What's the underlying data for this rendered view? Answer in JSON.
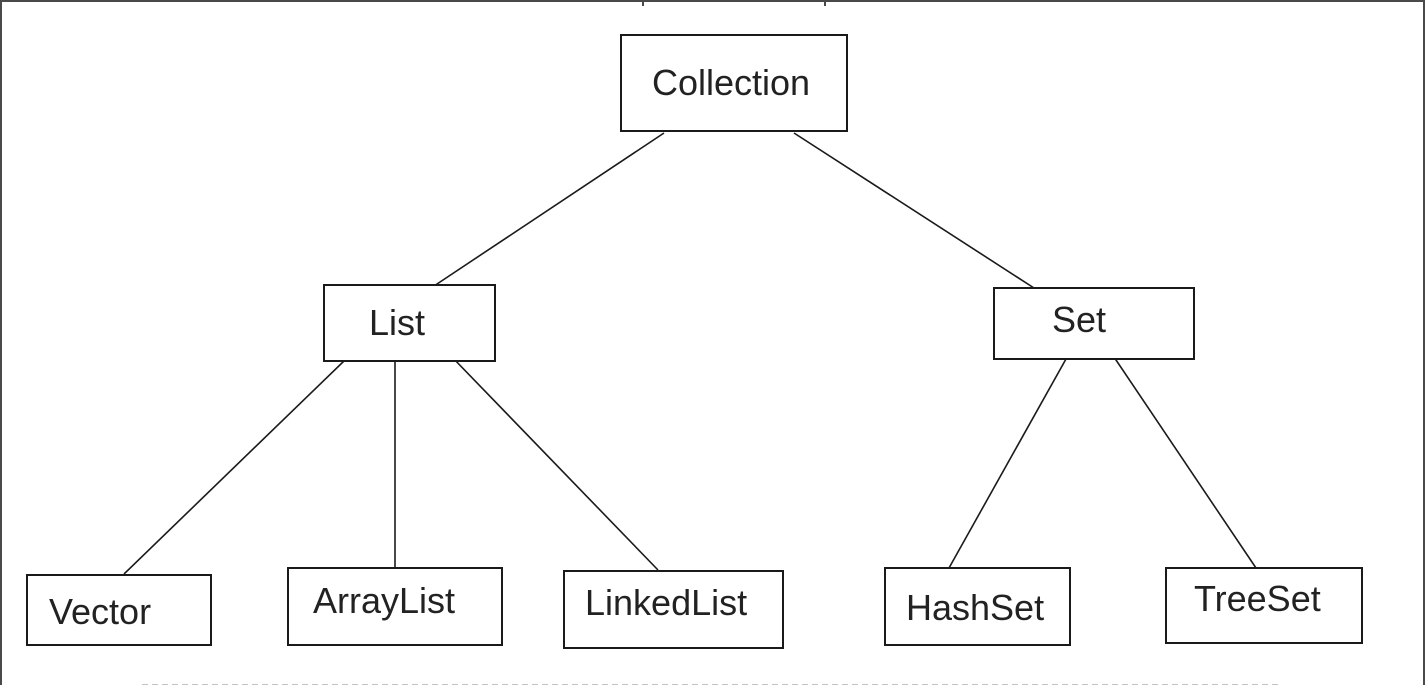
{
  "diagram": {
    "nodes": [
      {
        "id": "collection",
        "label": "Collection"
      },
      {
        "id": "list",
        "label": "List"
      },
      {
        "id": "set",
        "label": "Set"
      },
      {
        "id": "vector",
        "label": "Vector"
      },
      {
        "id": "arraylist",
        "label": "ArrayList"
      },
      {
        "id": "linkedlist",
        "label": "LinkedList"
      },
      {
        "id": "hashset",
        "label": "HashSet"
      },
      {
        "id": "treeset",
        "label": "TreeSet"
      }
    ],
    "edges": [
      {
        "from": "collection",
        "to": "list"
      },
      {
        "from": "collection",
        "to": "set"
      },
      {
        "from": "list",
        "to": "vector"
      },
      {
        "from": "list",
        "to": "arraylist"
      },
      {
        "from": "list",
        "to": "linkedlist"
      },
      {
        "from": "set",
        "to": "hashset"
      },
      {
        "from": "set",
        "to": "treeset"
      }
    ],
    "colors": {
      "line": "#1a1a1a",
      "text": "#222222",
      "background": "#ffffff"
    }
  }
}
